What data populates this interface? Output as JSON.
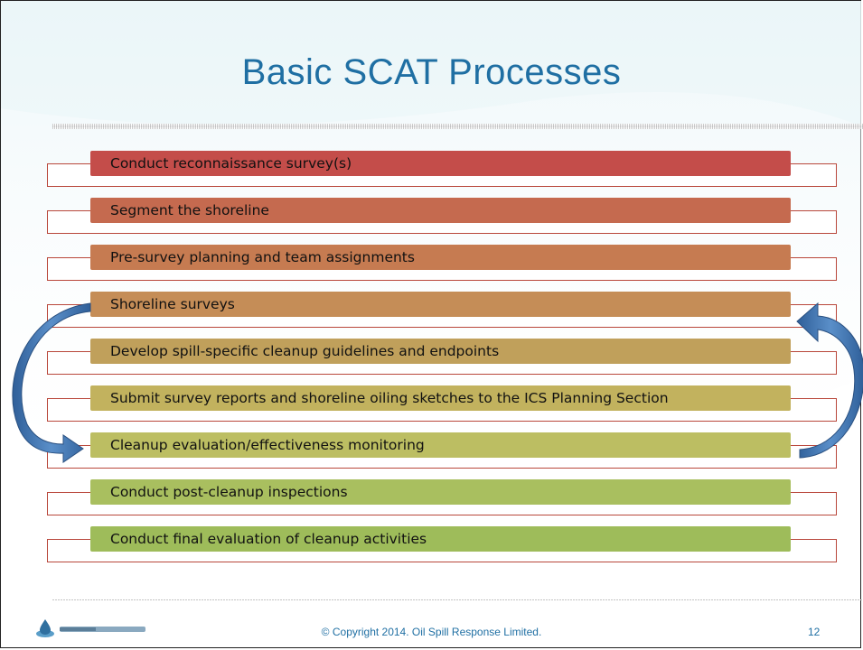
{
  "slide": {
    "title": "Basic SCAT Processes",
    "steps": [
      {
        "label": "Conduct reconnaissance survey(s)",
        "color": "#c44d4a"
      },
      {
        "label": "Segment the shoreline",
        "color": "#c56a4f"
      },
      {
        "label": "Pre-survey planning and team assignments",
        "color": "#c67b51"
      },
      {
        "label": "Shoreline surveys",
        "color": "#c58d57"
      },
      {
        "label": "Develop spill-specific cleanup guidelines and endpoints",
        "color": "#c0a05b"
      },
      {
        "label": "Submit survey reports and shoreline oiling sketches to the ICS Planning Section",
        "color": "#c2b25e"
      },
      {
        "label": "Cleanup evaluation/effectiveness monitoring",
        "color": "#bcbe62"
      },
      {
        "label": "Conduct post-cleanup inspections",
        "color": "#a9bf5f"
      },
      {
        "label": "Conduct final evaluation of cleanup activities",
        "color": "#9ebc5a"
      }
    ],
    "bracket_color": "#b9473b",
    "arrow_color": "#3a6ea8"
  },
  "footer": {
    "copyright": "© Copyright 2014. Oil Spill Response Limited.",
    "page_number": "12"
  }
}
